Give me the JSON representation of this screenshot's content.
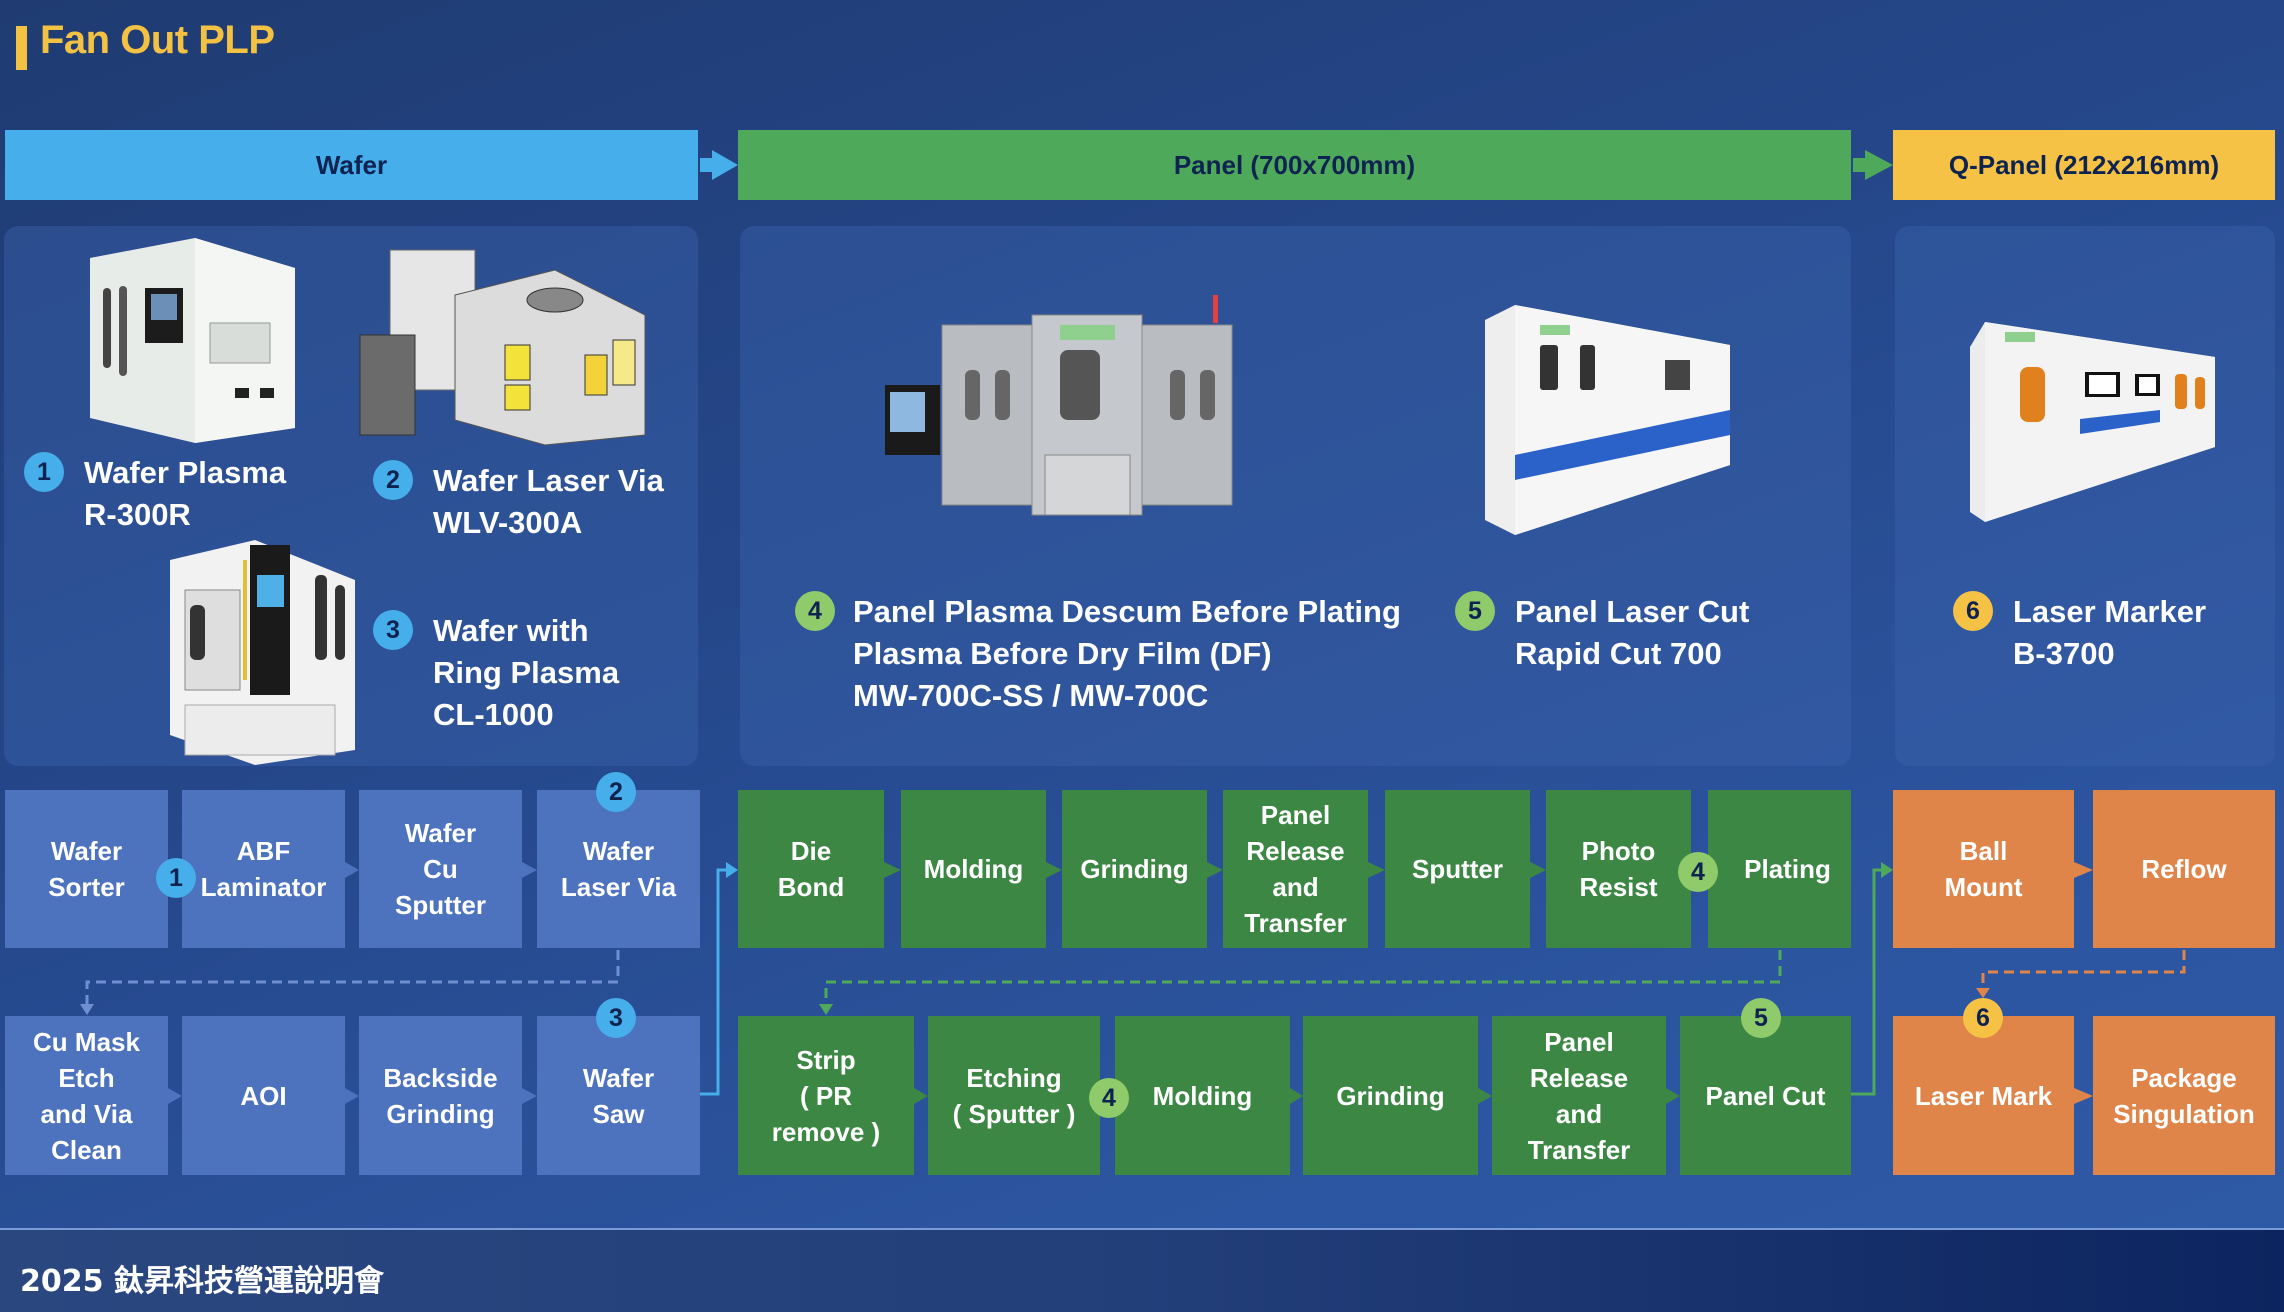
{
  "page": {
    "title": "Fan Out PLP",
    "footer": "2025 鈦昇科技營運說明會"
  },
  "colors": {
    "wafer": "#46aeea",
    "panel": "#4fa95a",
    "qpanel": "#f5c245",
    "wafer_box": "#4d72be",
    "panel_box": "#3d8745",
    "qpanel_box": "#e0854a",
    "title": "#f4c243"
  },
  "stages": [
    {
      "label": "Wafer"
    },
    {
      "label": "Panel (700x700mm)"
    },
    {
      "label": "Q-Panel (212x216mm)"
    }
  ],
  "equipment": [
    {
      "number": "1",
      "lines": [
        "Wafer Plasma",
        "R-300R"
      ]
    },
    {
      "number": "2",
      "lines": [
        "Wafer Laser Via",
        "WLV-300A"
      ]
    },
    {
      "number": "3",
      "lines": [
        "Wafer with",
        "Ring Plasma",
        "CL-1000"
      ]
    },
    {
      "number": "4",
      "lines": [
        "Panel Plasma Descum Before Plating",
        "Plasma Before Dry Film (DF)",
        "MW-700C-SS / MW-700C"
      ]
    },
    {
      "number": "5",
      "lines": [
        "Panel Laser Cut",
        "Rapid Cut 700"
      ]
    },
    {
      "number": "6",
      "lines": [
        "Laser Marker",
        "B-3700"
      ]
    }
  ],
  "process": {
    "wafer_row1": [
      "Wafer\nSorter",
      "ABF\nLaminator",
      "Wafer\nCu\nSputter",
      "Wafer\nLaser Via"
    ],
    "wafer_row2": [
      "Cu Mask\nEtch\nand Via\nClean",
      "AOI",
      "Backside\nGrinding",
      "Wafer\nSaw"
    ],
    "panel_row1": [
      "Die\nBond",
      "Molding",
      "Grinding",
      "Panel\nRelease\nand\nTransfer",
      "Sputter",
      "Photo\nResist",
      "Plating"
    ],
    "panel_row2": [
      "Strip\n( PR\nremove )",
      "Etching\n( Sputter )",
      "Molding",
      "Grinding",
      "Panel\nRelease\nand\nTransfer",
      "Panel Cut"
    ],
    "qpanel_row1": [
      "Ball\nMount",
      "Reflow"
    ],
    "qpanel_row2": [
      "Laser Mark",
      "Package\nSingulation"
    ]
  },
  "step_badges": {
    "b1": "1",
    "b2": "2",
    "b3": "3",
    "b4a": "4",
    "b4b": "4",
    "b5": "5",
    "b6": "6"
  }
}
